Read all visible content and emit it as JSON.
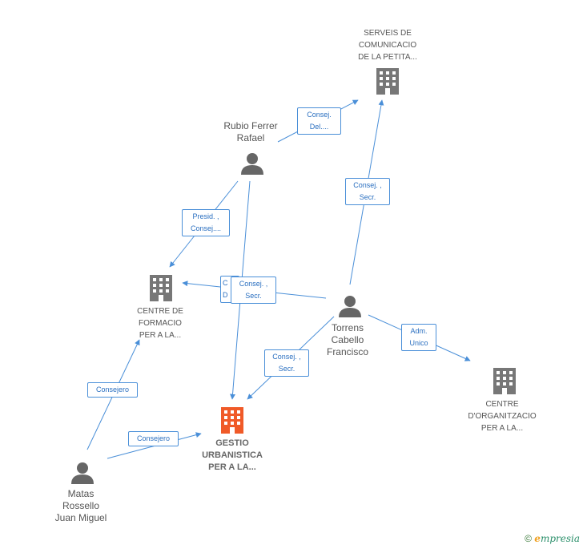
{
  "nodes": {
    "serveis": {
      "lines": [
        "SERVEIS DE",
        "COMUNICACIO",
        "DE LA PETITA..."
      ]
    },
    "rubio": {
      "lines": [
        "Rubio Ferrer",
        "Rafael"
      ]
    },
    "centre_formacio": {
      "lines": [
        "CENTRE DE",
        "FORMACIO",
        "PER A LA..."
      ]
    },
    "torrens": {
      "lines": [
        "Torrens",
        "Cabello",
        "Francisco"
      ]
    },
    "centre_organitzacio": {
      "lines": [
        "CENTRE",
        "D'ORGANITZACIO",
        "PER A LA..."
      ]
    },
    "gestio": {
      "lines": [
        "GESTIO",
        "URBANISTICA",
        "PER A LA..."
      ]
    },
    "matas": {
      "lines": [
        "Matas",
        "Rossello",
        "Juan Miguel"
      ]
    }
  },
  "edges": {
    "rubio_serveis": [
      "Consej.",
      "Del...."
    ],
    "torrens_serveis": [
      "Consej. ,",
      "Secr."
    ],
    "rubio_formacio": [
      "Presid. ,",
      "Consej...."
    ],
    "torrens_formacio": [
      "Consej. ,",
      "Secr."
    ],
    "torrens_formacio_back": [
      "C",
      "D"
    ],
    "torrens_gestio": [
      "Consej. ,",
      "Secr."
    ],
    "torrens_organitzacio": [
      "Adm.",
      "Unico"
    ],
    "matas_formacio": [
      "Consejero"
    ],
    "matas_gestio": [
      "Consejero"
    ]
  },
  "colors": {
    "edge": "#4a8fd8",
    "company": "#777777",
    "company_highlight": "#f05a28",
    "person": "#666666"
  },
  "footer": {
    "symbol": "©",
    "brand_initial": "e",
    "brand_rest": "mpresia"
  }
}
